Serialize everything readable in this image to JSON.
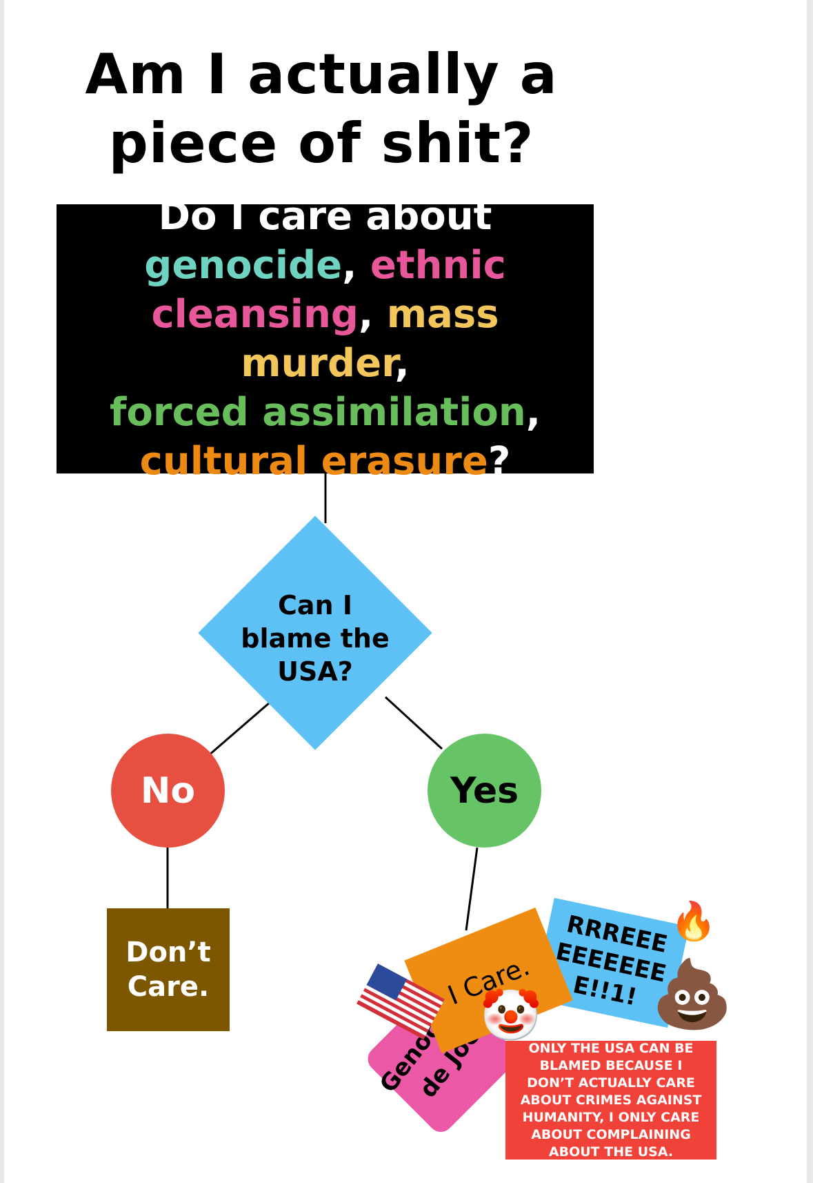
{
  "title": {
    "line1": "Am I actually a",
    "line2": "piece of shit?"
  },
  "question": {
    "part1": "Do I care about",
    "genocide": "genocide",
    "comma1": ",",
    "ethnic": "ethnic",
    "cleansing": "cleansing",
    "comma2": ",",
    "mass_murder": "mass murder",
    "comma3": ",",
    "forced_assimilation": "forced assimilation",
    "comma4": ",",
    "cultural_erasure": "cultural erasure",
    "qmark": "?"
  },
  "decision": {
    "line1": "Can I",
    "line2": "blame the",
    "line3": "USA?"
  },
  "no": "No",
  "yes": "Yes",
  "dont_care": {
    "line1": "Don’t",
    "line2": "Care."
  },
  "stickers": {
    "i_care": "I Care.",
    "rreee_line1": "RRREEE",
    "rreee_line2": "EEEEEEE",
    "rreee_line3": "E!!1!",
    "genocide_joe_line1": "Genocide",
    "genocide_joe_line2": "de Joe",
    "only_usa": "ONLY THE USA CAN BE BLAMED BECAUSE I DON’T ACTUALLY CARE ABOUT CRIMES AGAINST HUMANITY, I ONLY CARE ABOUT COMPLAINING ABOUT THE USA."
  },
  "colors": {
    "genocide": "#6fd3c1",
    "ethnic_cleansing": "#e8579a",
    "mass_murder": "#f2c65a",
    "forced_assimilation": "#69be5c",
    "cultural_erasure": "#ec8a14",
    "diamond": "#5ec1f5",
    "no": "#e75040",
    "yes": "#67c466",
    "dont_care": "#7c5700"
  },
  "icons": [
    "us-flag-icon",
    "clown-face-icon",
    "pile-of-poo-icon",
    "fire-icon"
  ]
}
